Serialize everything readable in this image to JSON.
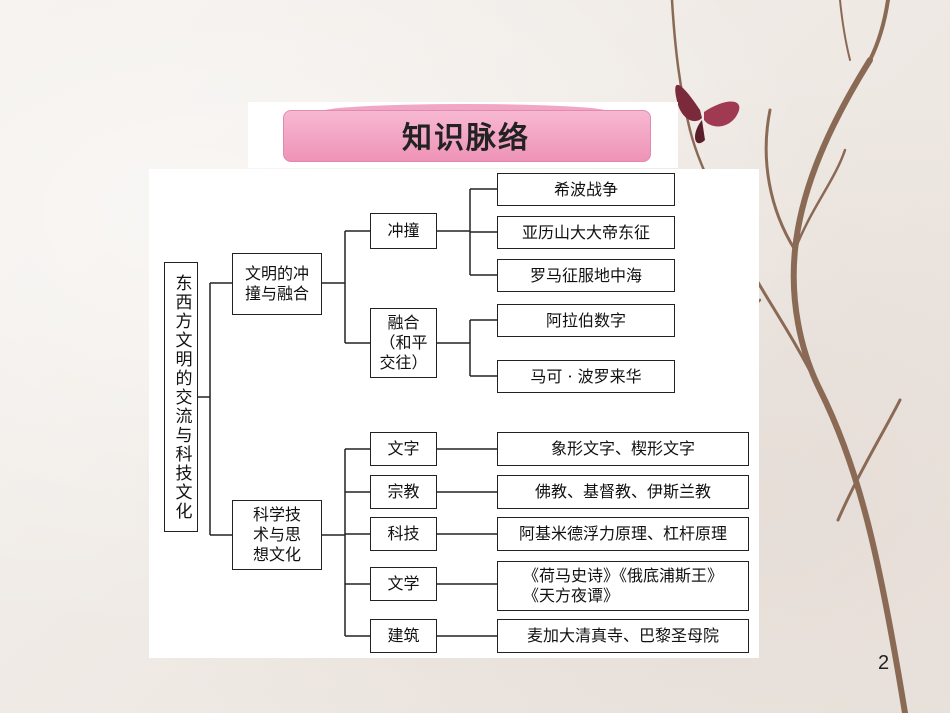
{
  "title": "知识脉络",
  "page_number": "2",
  "root": "东西方文明的交流与科技文化",
  "branches": [
    {
      "label": "文明的冲\n撞与融合",
      "children": [
        {
          "label": "冲撞",
          "items": [
            "希波战争",
            "亚历山大大帝东征",
            "罗马征服地中海"
          ]
        },
        {
          "label": "融合\n（和平\n交往）",
          "items": [
            "阿拉伯数字",
            "马可 · 波罗来华"
          ]
        }
      ]
    },
    {
      "label": "科学技\n术与思\n想文化",
      "children": [
        {
          "label": "文字",
          "items": [
            "象形文字、楔形文字"
          ]
        },
        {
          "label": "宗教",
          "items": [
            "佛教、基督教、伊斯兰教"
          ]
        },
        {
          "label": "科技",
          "items": [
            "阿基米德浮力原理、杠杆原理"
          ]
        },
        {
          "label": "文学",
          "items": [
            "《荷马史诗》《俄底浦斯王》\n《天方夜谭》"
          ]
        },
        {
          "label": "建筑",
          "items": [
            "麦加大清真寺、巴黎圣母院"
          ]
        }
      ]
    }
  ]
}
